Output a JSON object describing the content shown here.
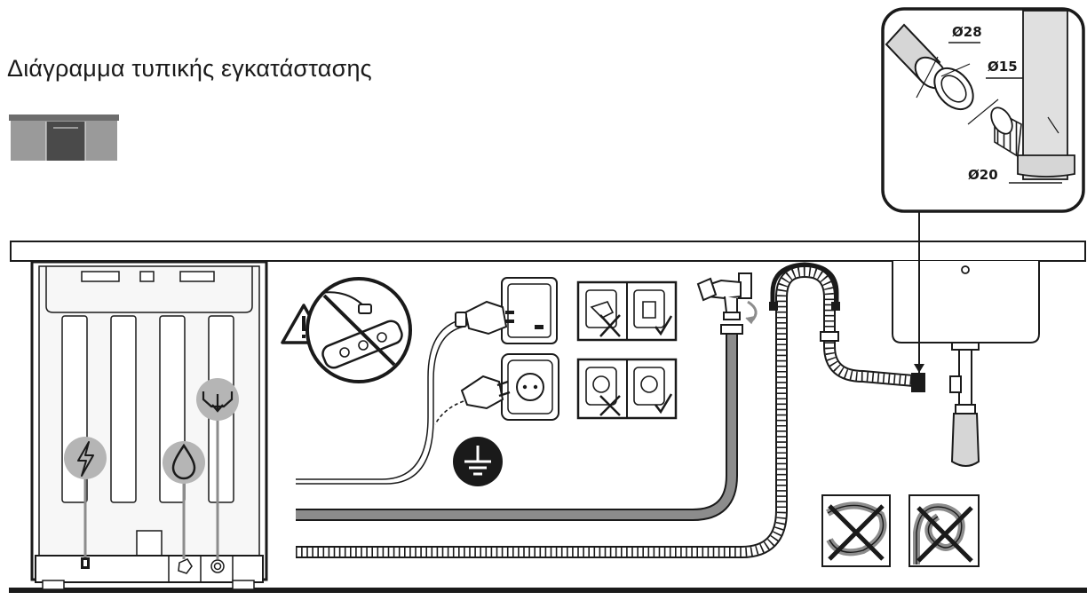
{
  "title": "Διάγραμμα τυπικής εγκατάστασης",
  "detail_labels": {
    "d28": "Ø28",
    "d15": "Ø15",
    "d20": "Ø20"
  },
  "icons": [
    "built-in-dishwasher-icon",
    "warning-icon",
    "no-power-strip-icon",
    "uk-plug-socket-icon",
    "schuko-plug-socket-icon",
    "earth-ground-icon",
    "lightning-icon",
    "water-drop-icon",
    "drain-icon",
    "water-tap-icon",
    "sink-trap-icon",
    "no-kinked-hose-icon",
    "no-looped-hose-icon"
  ],
  "colors": {
    "line": "#1a1a1a",
    "hose_gray": "#8c8c8c",
    "badge_gray": "#b5b5b5",
    "tank_gray": "#d6d6d6"
  }
}
